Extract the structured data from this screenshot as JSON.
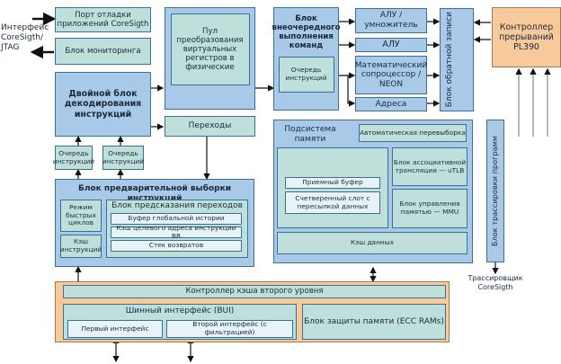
{
  "external": {
    "coresight_interface": "Интерфейс\nCoreSigth/\nJTAG",
    "coresight_tracer": "Трассировщик\nCoreSigth"
  },
  "blocks": {
    "debug_port": "Порт отладки приложений CoreSigth",
    "monitoring": "Блок мониторинга",
    "register_pool": "Пул преобразования виртуальных регистров в физические",
    "dual_decode": "Двойной блок декодирования инструкций",
    "branches": "Переходы",
    "instr_queue_1": "Очередь инструкций",
    "instr_queue_2": "Очередь инструкций",
    "ooo_exec": "Блок внеочередного выполнения команд",
    "ooo_queue": "Очередь инструкций",
    "alu_mul": "АЛУ / умножитель",
    "alu": "АЛУ",
    "math_coproc": "Математический сопроцессор / NEON",
    "addresses": "Адреса",
    "writeback": "Блок обратной записи",
    "interrupt_ctrl": "Контроллер прерываний PL390",
    "prefetch": {
      "title": "Блок предварительной выборки инструкций",
      "fast_loop": "Режим быстрых циклов",
      "icache": "Кэш инструкций",
      "branch_pred": {
        "title": "Блок предсказания переходов",
        "items": [
          "Буфер глобальной истории",
          "Кэш целевого адреса инструкции BR",
          "Стек возвратов"
        ]
      }
    },
    "memory": {
      "title": "Подсистема памяти",
      "auto_prefetch": "Автоматическая перевыборка",
      "receive_buffer": "Приемный буфер",
      "quad_slot": "Счетверенный слот с пересылкой данных",
      "utlb": "Блок ассоциативной трансляции — uTLB",
      "mmu": "Блок управления памятью — MMU",
      "dcache": "Кэш данных"
    },
    "trace": "Блок трассировки программ",
    "l2": {
      "controller": "Контроллер кэша второго уровня",
      "bus_interface": "Шинный интерфейс (BUI)",
      "first_if": "Первый интерфейс",
      "second_if": "Второй интерфейс (с фильтрацией)",
      "ecc": "Блок защиты памяти (ECC RAMs)"
    }
  },
  "colors": {
    "blue_block": "#a9c9e8",
    "teal_block": "#bfe0da",
    "pale_block": "#e6f3f7",
    "orange_block": "#f8c99a",
    "border": "#3a6f96"
  }
}
